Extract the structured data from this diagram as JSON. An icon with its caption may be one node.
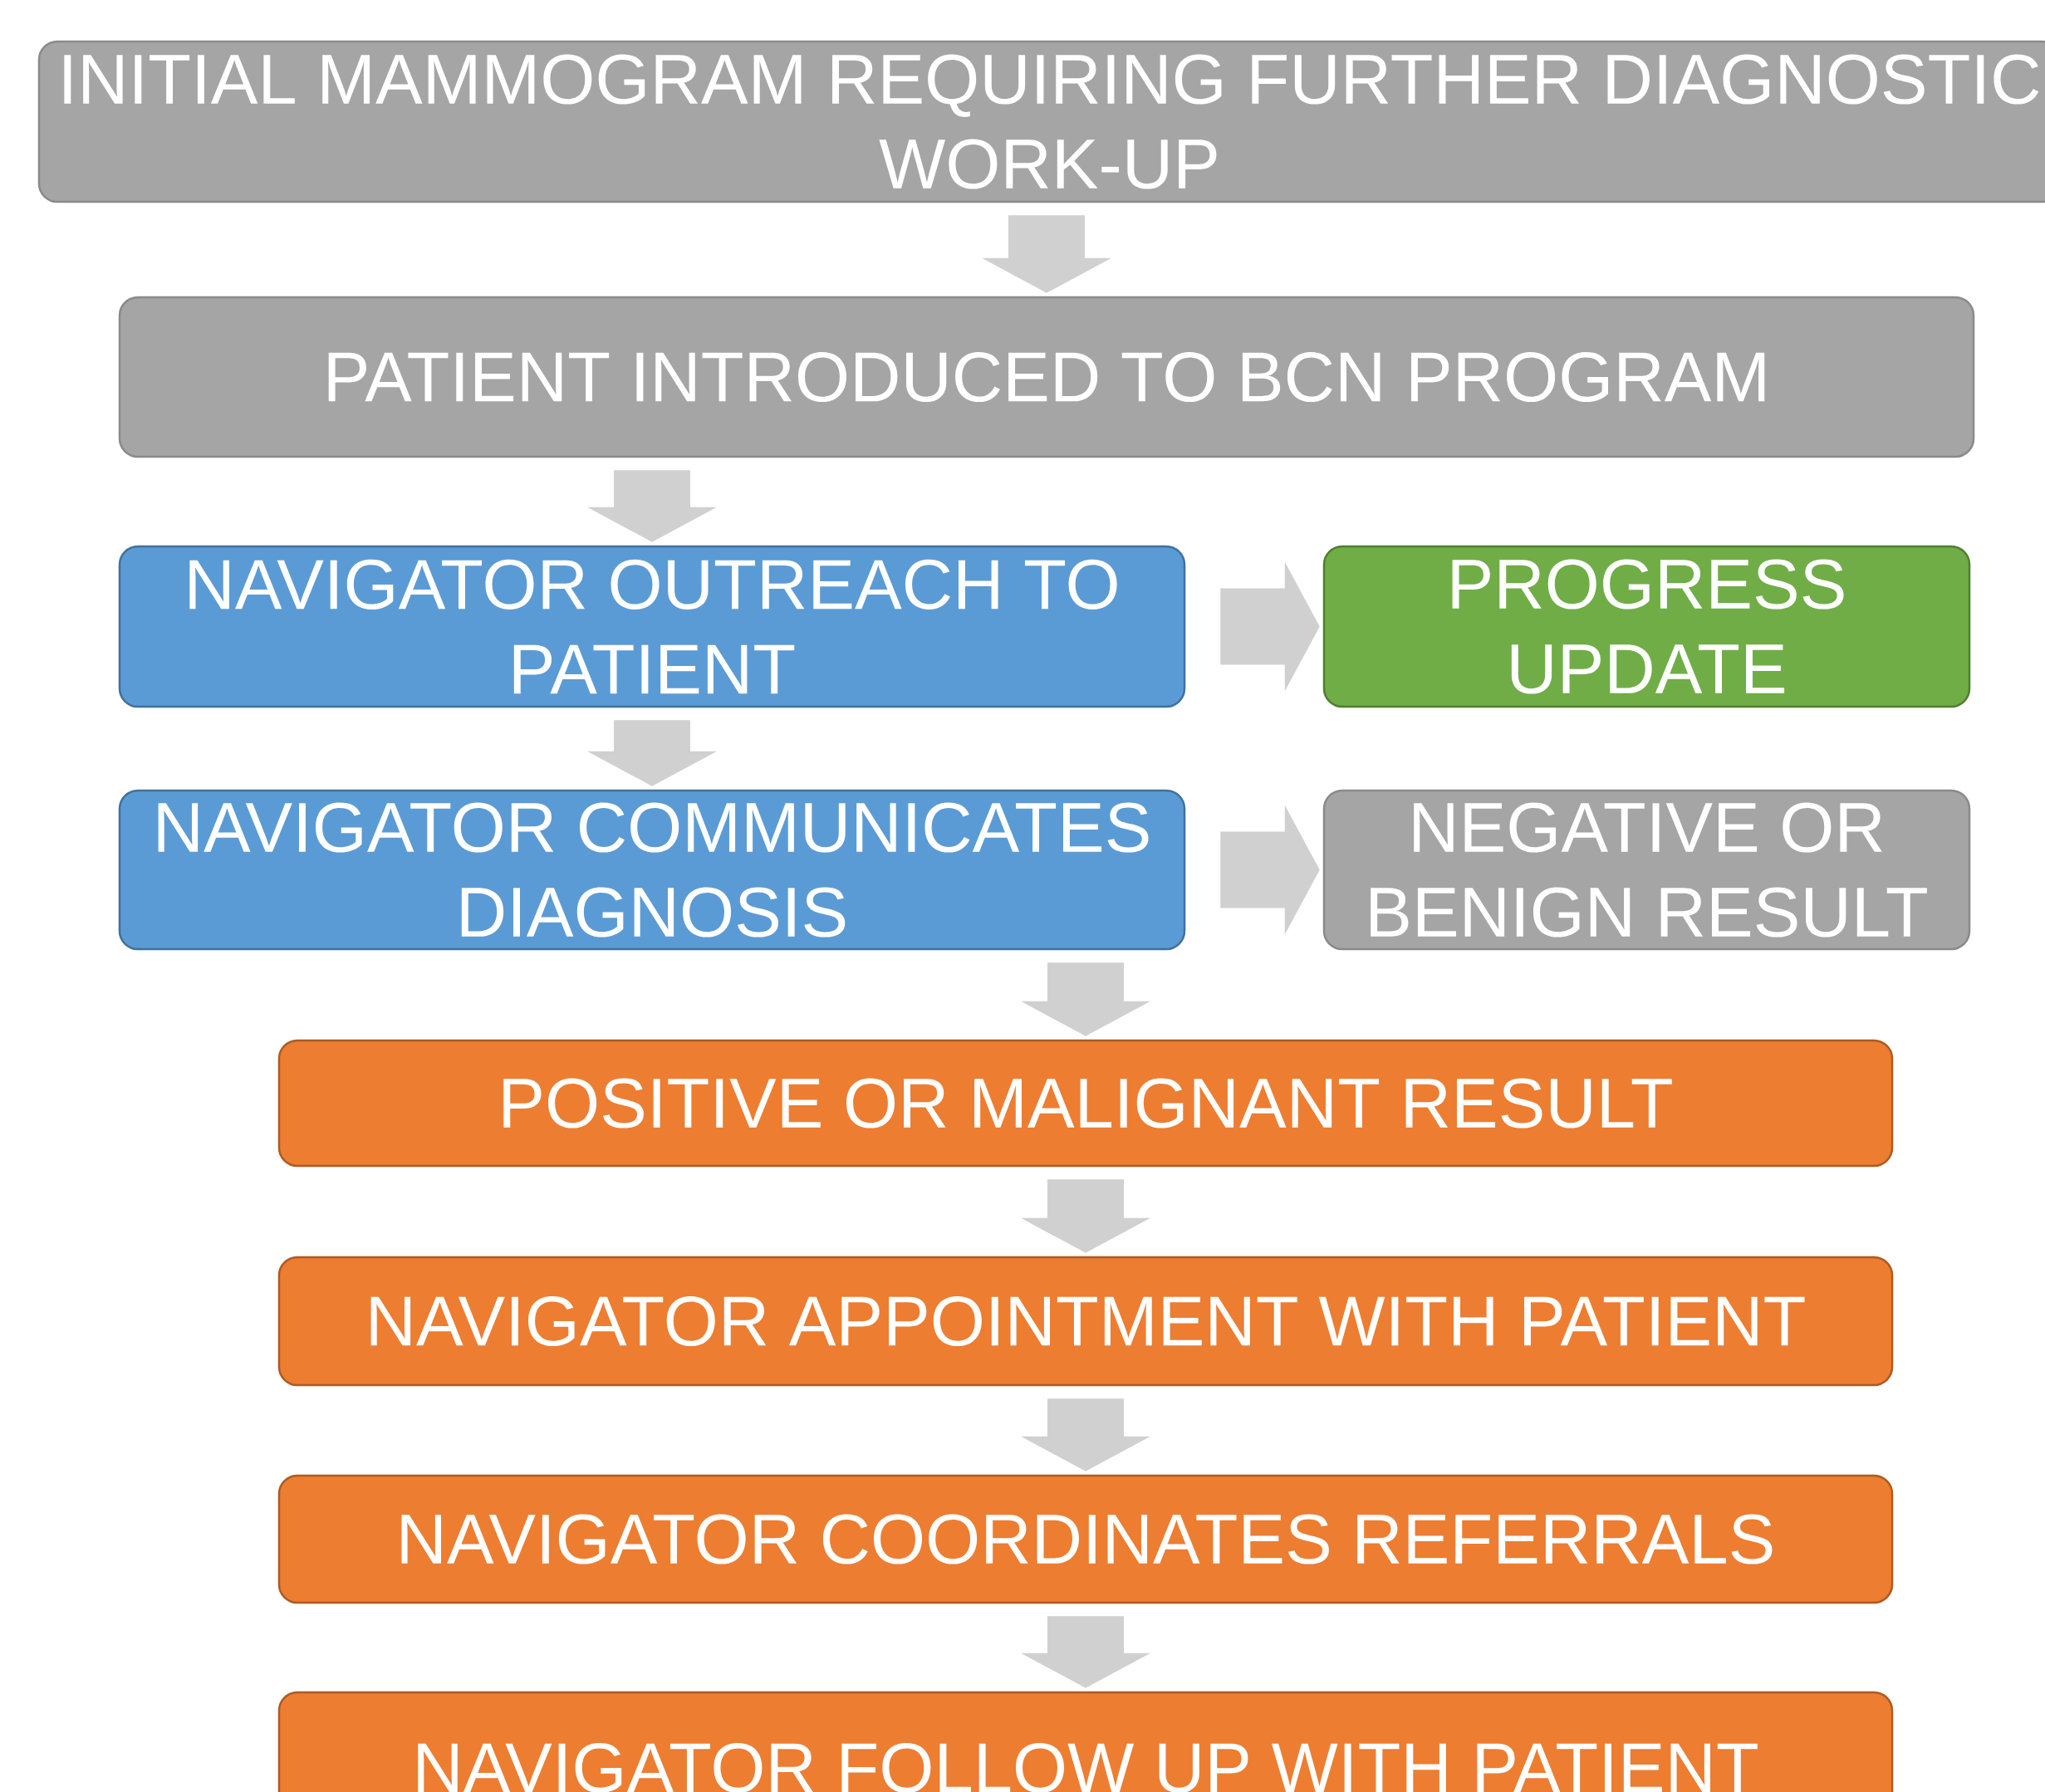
{
  "diagram": {
    "nodes": [
      {
        "text": [
          "INITIAL MAMMOGRAM REQUIRING FURTHER DIAGNOSTIC WORK-UP"
        ]
      },
      {
        "text": [
          "PATIENT INTRODUCED TO BCN PROGRAM"
        ]
      },
      {
        "text": [
          "NAVIGATOR OUTREACH TO PATIENT"
        ]
      },
      {
        "text": [
          "PROGRESS UPDATE"
        ]
      },
      {
        "text": [
          "NAVIGATOR COMMUNICATES DIAGNOSIS"
        ]
      },
      {
        "text": [
          "NEGATIVE OR BENIGN RESULT"
        ]
      },
      {
        "text": [
          "POSITIVE OR MALIGNANT RESULT"
        ]
      },
      {
        "text": [
          "NAVIGATOR APPOINTMENT WITH PATIENT"
        ]
      },
      {
        "text": [
          "NAVIGATOR COORDINATES REFERRALS"
        ]
      },
      {
        "text": [
          "NAVIGATOR FOLLOW UP WITH PATIENT"
        ]
      }
    ],
    "edges": [
      {
        "from": 0,
        "to": 1,
        "arrow": "to"
      },
      {
        "from": 1,
        "to": 2,
        "arrow": "to"
      },
      {
        "from": 2,
        "to": 3,
        "arrow": "to"
      },
      {
        "from": 2,
        "to": 4,
        "arrow": "to"
      },
      {
        "from": 4,
        "to": 5,
        "arrow": "to"
      },
      {
        "from": 4,
        "to": 6,
        "arrow": "to"
      },
      {
        "from": 6,
        "to": 7,
        "arrow": "to"
      },
      {
        "from": 7,
        "to": 8,
        "arrow": "to"
      },
      {
        "from": 8,
        "to": 9,
        "arrow": "to"
      }
    ]
  }
}
